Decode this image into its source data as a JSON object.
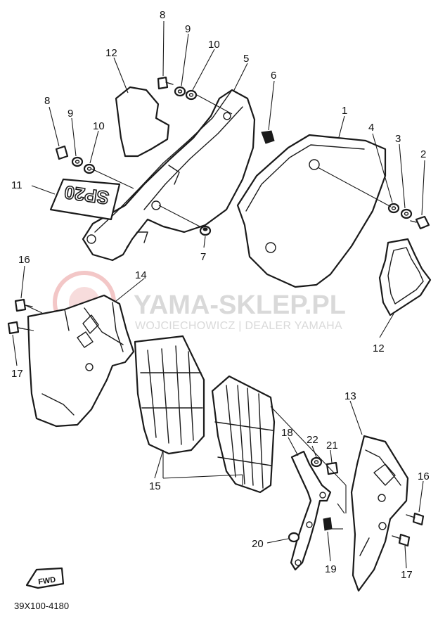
{
  "watermark": {
    "brand": "YAMA-SKLEP.PL",
    "dealer": "WOJCIECHOWICZ | DEALER YAMAHA",
    "color": "#d9d9d9",
    "logo_color": "#f3c7c7"
  },
  "diagram_code": "39X100-4180",
  "direction_marker": "FWD",
  "decal_text": "SP20",
  "callouts": {
    "c1": "1",
    "c2": "2",
    "c3": "3",
    "c4": "4",
    "c5": "5",
    "c6": "6",
    "c7": "7",
    "c8a": "8",
    "c8b": "8",
    "c9a": "9",
    "c9b": "9",
    "c10a": "10",
    "c10b": "10",
    "c11": "11",
    "c12a": "12",
    "c12b": "12",
    "c13": "13",
    "c14": "14",
    "c15": "15",
    "c16a": "16",
    "c16b": "16",
    "c17a": "17",
    "c17b": "17",
    "c18": "18",
    "c19": "19",
    "c20": "20",
    "c21": "21",
    "c22": "22"
  }
}
